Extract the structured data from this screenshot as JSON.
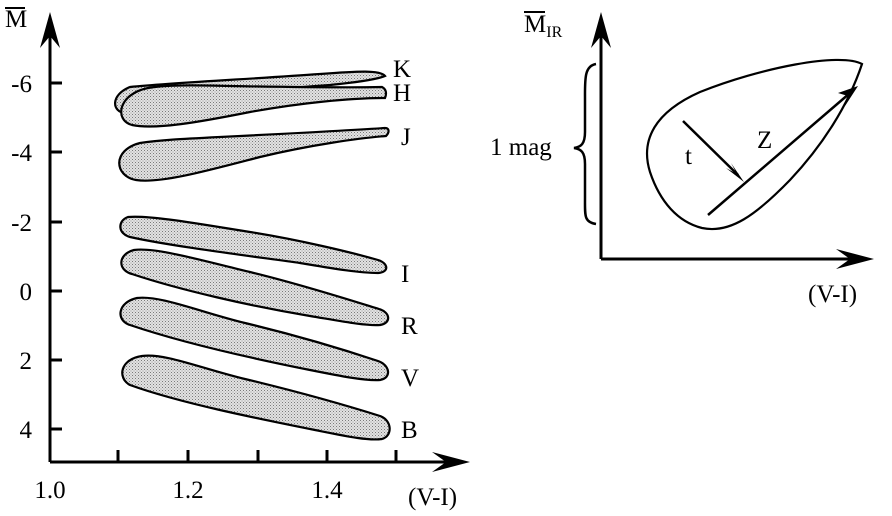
{
  "left_panel": {
    "y_axis_label": "M",
    "x_axis_label": "(V-I)",
    "y_ticks": [
      {
        "value": -6,
        "label": "-6"
      },
      {
        "value": -4,
        "label": "-4"
      },
      {
        "value": -2,
        "label": "-2"
      },
      {
        "value": 0,
        "label": "0"
      },
      {
        "value": 2,
        "label": "2"
      },
      {
        "value": 4,
        "label": "4"
      }
    ],
    "x_ticks": [
      {
        "value": 1.0,
        "label": "1.0"
      },
      {
        "value": 1.1,
        "label": ""
      },
      {
        "value": 1.2,
        "label": "1.2"
      },
      {
        "value": 1.3,
        "label": ""
      },
      {
        "value": 1.4,
        "label": "1.4"
      },
      {
        "value": 1.5,
        "label": ""
      }
    ],
    "band_labels": [
      "K",
      "H",
      "J",
      "I",
      "R",
      "V",
      "B"
    ]
  },
  "right_panel": {
    "y_axis_label": "M",
    "y_axis_subscript": "IR",
    "x_axis_label": "(V-I)",
    "brace_label": "1 mag",
    "arrow_t_label": "t",
    "arrow_z_label": "Z"
  },
  "colors": {
    "fill": "#d0d0d0",
    "stroke": "#000000",
    "background": "#ffffff"
  }
}
